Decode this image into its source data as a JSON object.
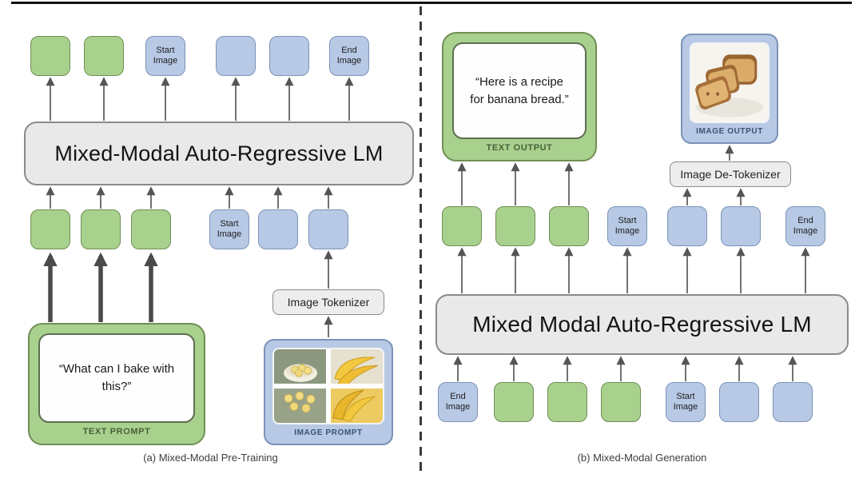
{
  "colors": {
    "green_fill": "#a9d18e",
    "green_border": "#6f8f55",
    "blue_fill": "#b7c9e5",
    "blue_border": "#7b93b8",
    "box_fill": "#e9e9e9",
    "box_border": "#8a8a8a",
    "arrow": "#555555",
    "label_green": "#49603a",
    "label_blue": "#3c5274"
  },
  "panel_a": {
    "caption": "(a) Mixed-Modal Pre-Training",
    "lm_label": "Mixed-Modal Auto-Regressive LM",
    "tokenizer_label": "Image Tokenizer",
    "text_prompt": {
      "text": "“What can I bake with this?”",
      "label": "TEXT PROMPT"
    },
    "image_prompt": {
      "label": "IMAGE PROMPT",
      "image_description": "photo collage of bananas and banana slices"
    },
    "output_tokens": [
      {
        "type": "green",
        "label": ""
      },
      {
        "type": "green",
        "label": ""
      },
      {
        "type": "blue",
        "label": "Start Image"
      },
      {
        "type": "blue",
        "label": ""
      },
      {
        "type": "blue",
        "label": ""
      },
      {
        "type": "blue",
        "label": "End Image"
      }
    ],
    "input_tokens": [
      {
        "type": "green",
        "label": ""
      },
      {
        "type": "green",
        "label": ""
      },
      {
        "type": "green",
        "label": ""
      },
      {
        "type": "blue",
        "label": "Start Image"
      },
      {
        "type": "blue",
        "label": ""
      },
      {
        "type": "blue",
        "label": ""
      }
    ]
  },
  "panel_b": {
    "caption": "(b) Mixed-Modal Generation",
    "lm_label": "Mixed Modal Auto-Regressive LM",
    "detokenizer_label": "Image De-Tokenizer",
    "text_output": {
      "text": "“Here is a recipe for banana bread.”",
      "label": "TEXT OUTPUT"
    },
    "image_output": {
      "label": "IMAGE OUTPUT",
      "image_description": "photo of sliced banana bread loaf"
    },
    "output_tokens": [
      {
        "type": "green",
        "label": ""
      },
      {
        "type": "green",
        "label": ""
      },
      {
        "type": "green",
        "label": ""
      },
      {
        "type": "blue",
        "label": "Start Image"
      },
      {
        "type": "blue",
        "label": ""
      },
      {
        "type": "blue",
        "label": ""
      },
      {
        "type": "blue",
        "label": "End Image"
      }
    ],
    "input_tokens": [
      {
        "type": "blue",
        "label": "End Image"
      },
      {
        "type": "green",
        "label": ""
      },
      {
        "type": "green",
        "label": ""
      },
      {
        "type": "green",
        "label": ""
      },
      {
        "type": "blue",
        "label": "Start Image"
      },
      {
        "type": "blue",
        "label": ""
      },
      {
        "type": "blue",
        "label": ""
      }
    ]
  }
}
